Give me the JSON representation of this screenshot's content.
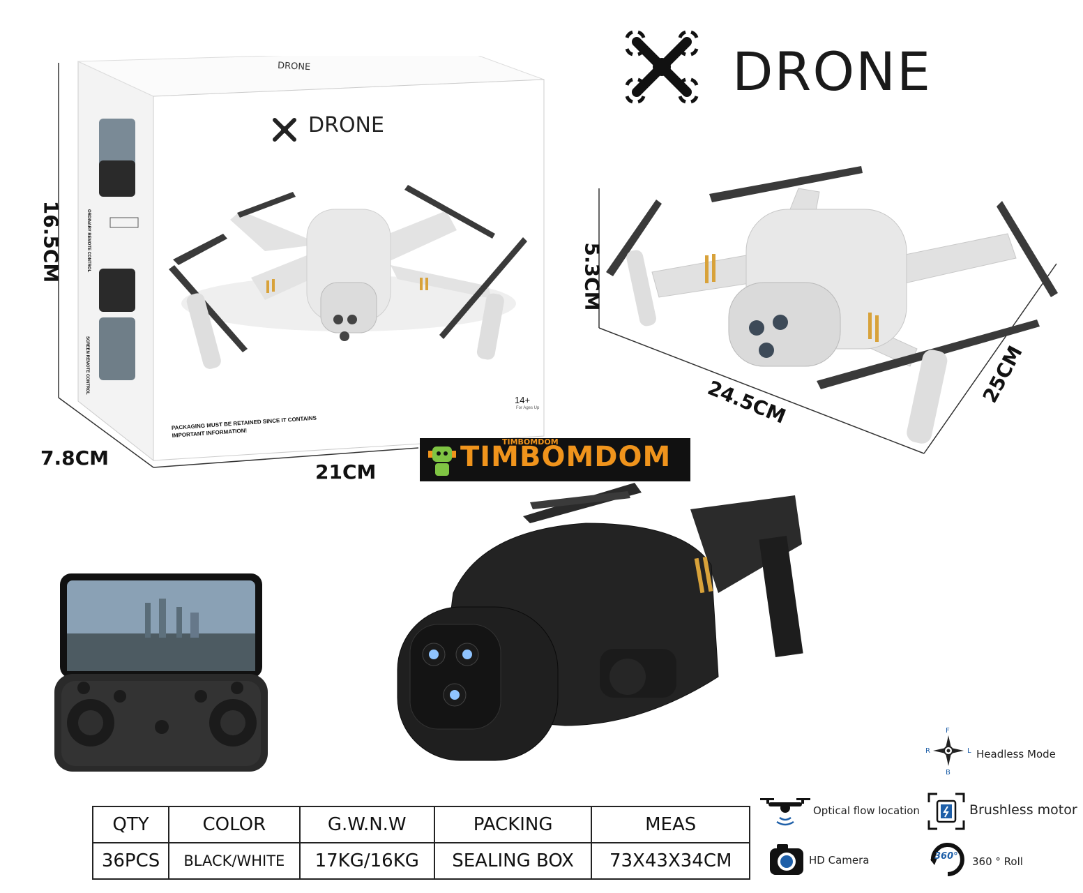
{
  "brand": {
    "title": "DRONE"
  },
  "box": {
    "front_title": "DRONE",
    "top_title": "DRONE",
    "notice": "PACKAGING MUST BE RETAINED SINCE IT CONTAINS IMPORTANT INFORMATION!",
    "age": "14+",
    "age_small": "For Ages Up",
    "side_label_1": "ORDINARY REMOTE CONTROL",
    "side_label_2": "SCREEN REMOTE CONTROL",
    "height": "16.5CM",
    "depth": "7.8CM",
    "width": "21CM"
  },
  "drone_dims": {
    "height": "5.3CM",
    "length": "24.5CM",
    "width": "25CM"
  },
  "watermark": {
    "text": "TIMBOMDOM",
    "small": "TIMBOMDOM"
  },
  "spec_table": {
    "headers": [
      "QTY",
      "COLOR",
      "G.W.N.W",
      "PACKING",
      "MEAS"
    ],
    "values": [
      "36PCS",
      "BLACK/WHITE",
      "17KG/16KG",
      "SEALING BOX",
      "73X43X34CM"
    ]
  },
  "features": [
    {
      "label": "Headless Mode",
      "icon": "compass-icon"
    },
    {
      "label": "Optical flow location",
      "icon": "drone-optical-icon"
    },
    {
      "label": "Brushless motor",
      "icon": "motor-icon"
    },
    {
      "label": "HD Camera",
      "icon": "camera-icon"
    },
    {
      "label": "360 ° Roll",
      "icon": "roll-360-icon"
    }
  ],
  "compass": {
    "f": "F",
    "b": "B",
    "r": "R",
    "l": "L"
  },
  "roll_badge": "360°",
  "colors": {
    "accent_gold": "#d8a23a",
    "watermark_orange": "#f0941c",
    "drone_black": "#1c1c1c",
    "drone_white": "#e6e6e6",
    "icon_blue": "#1e5fa8"
  }
}
